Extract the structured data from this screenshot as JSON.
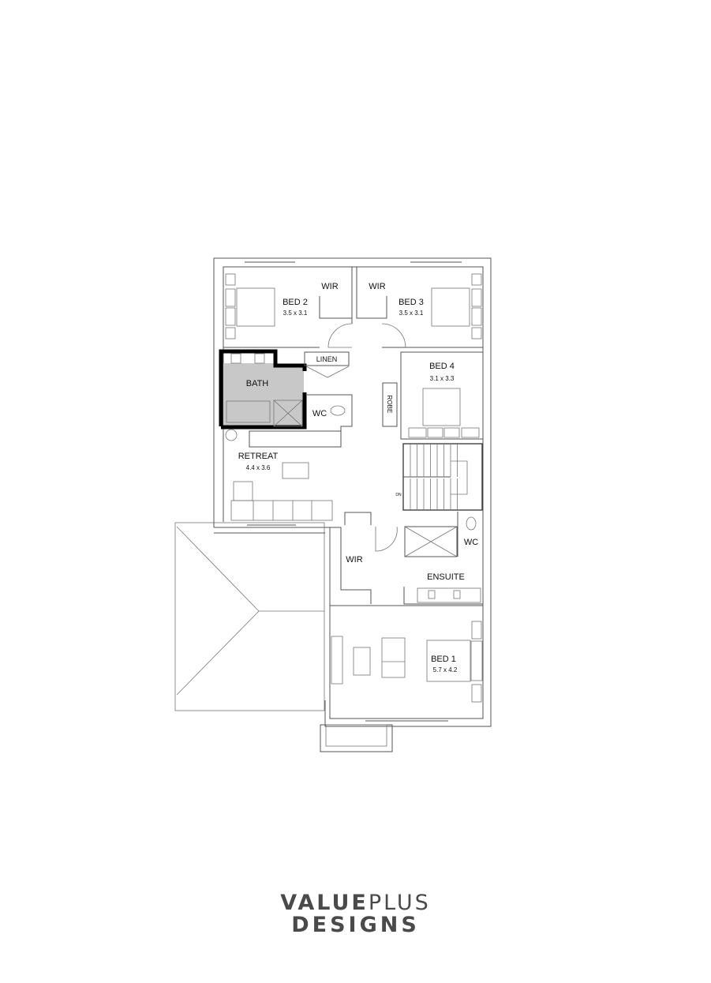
{
  "plan": {
    "rooms": {
      "bed2": {
        "name": "BED 2",
        "size": "3.5 x 3.1"
      },
      "bed3": {
        "name": "BED 3",
        "size": "3.5 x 3.1"
      },
      "bed4": {
        "name": "BED 4",
        "size": "3.1 x 3.3"
      },
      "bed1": {
        "name": "BED 1",
        "size": "5.7 x 4.2"
      },
      "retreat": {
        "name": "RETREAT",
        "size": "4.4 x 3.6"
      },
      "wir_bed2": "WIR",
      "wir_bed3": "WIR",
      "wir_bed1": "WIR",
      "linen": "LINEN",
      "bath": "BATH",
      "wc_main": "WC",
      "wc_ensuite": "WC",
      "robe": "ROBE",
      "ensuite": "ENSUITE",
      "stairs_dn": "DN"
    },
    "colors": {
      "bath_fill": "#c8c8c8",
      "wall": "#555555",
      "bath_wall": "#000000"
    }
  },
  "logo": {
    "part1": "VALUE",
    "part2": "PLUS",
    "line2": "DESIGNS",
    "color": "#4a4a4a"
  }
}
